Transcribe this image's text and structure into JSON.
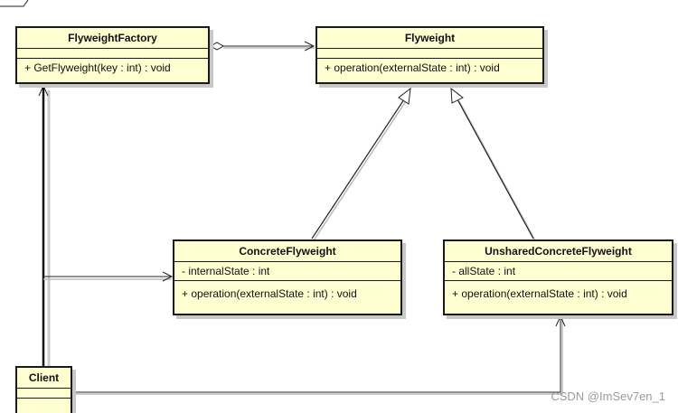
{
  "classes": {
    "flyweight_factory": {
      "name": "FlyweightFactory",
      "operations": [
        "+ GetFlyweight(key : int) : void"
      ]
    },
    "flyweight": {
      "name": "Flyweight",
      "operations": [
        "+ operation(externalState : int) : void"
      ]
    },
    "concrete_flyweight": {
      "name": "ConcreteFlyweight",
      "attributes": [
        "- internalState : int"
      ],
      "operations": [
        "+ operation(externalState : int) : void"
      ]
    },
    "unshared_concrete_flyweight": {
      "name": "UnsharedConcreteFlyweight",
      "attributes": [
        "- allState : int"
      ],
      "operations": [
        "+ operation(externalState : int) : void"
      ]
    },
    "client": {
      "name": "Client"
    }
  },
  "watermark": "CSDN @ImSev7en_1",
  "colors": {
    "class_fill": "#fffed0",
    "line": "#1a1a1a",
    "shadow": "#c8c8c8",
    "watermark": "#9a9a9a"
  }
}
